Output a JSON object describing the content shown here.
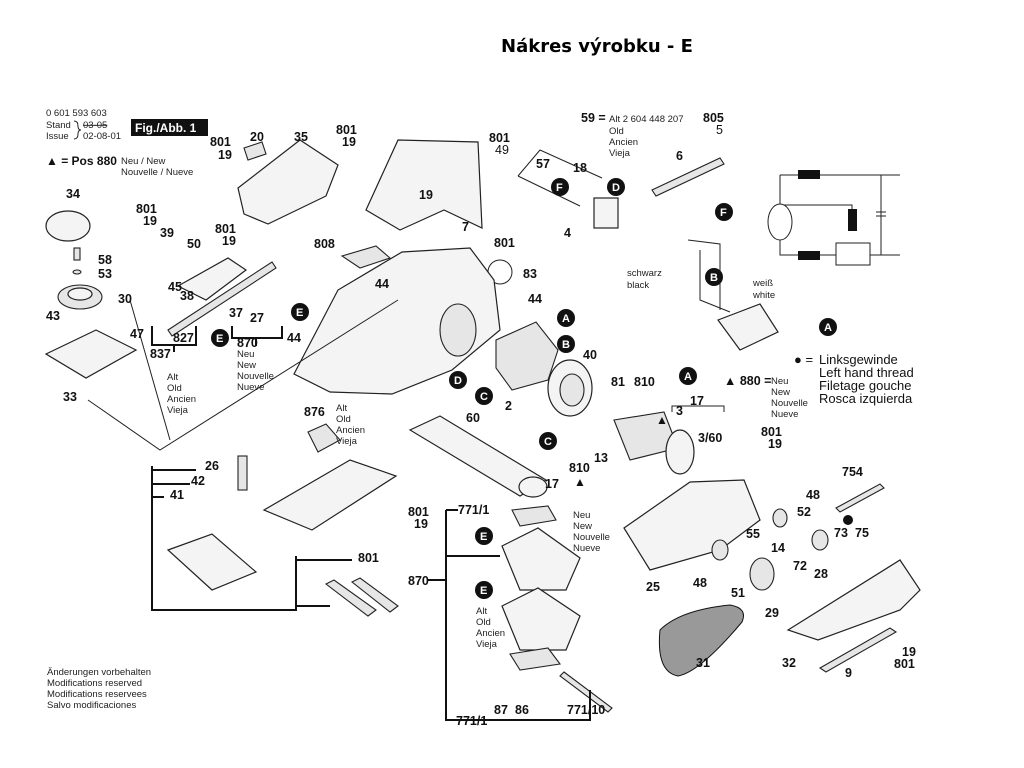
{
  "page": {
    "title": "Nákres výrobku - E"
  },
  "header": {
    "part_number": "0 601 593 603",
    "stand_label": "Stand",
    "issue_label": "Issue",
    "stand_struck": "03-05",
    "issue_date": "02-08-01",
    "fig_label": "Fig./Abb. 1",
    "pos880_prefix": "▲ = Pos 880",
    "pos880_line1": "Neu / New",
    "pos880_line2": "Nouvelle / Nueve"
  },
  "note_59": {
    "key": "59 =",
    "value": "Alt 2 604 448 207",
    "lines": [
      "Old",
      "Ancien",
      "Vieja"
    ]
  },
  "legend": {
    "thread_symbol": "● =",
    "thread_lines": [
      "Linksgewinde",
      "Left hand thread",
      "Filetage gouche",
      "Rosca izquierda"
    ],
    "pos880_key": "▲ 880 =",
    "pos880_lines": [
      "Neu",
      "New",
      "Nouvelle",
      "Nueve"
    ]
  },
  "wire_labels": {
    "black": [
      "schwarz",
      "black"
    ],
    "white": [
      "weiß",
      "white"
    ]
  },
  "variant_labels": {
    "new": [
      "Neu",
      "New",
      "Nouvelle",
      "Nueve"
    ],
    "old": [
      "Alt",
      "Old",
      "Ancien",
      "Vieja"
    ]
  },
  "footer": {
    "lines": [
      "Änderungen vorbehalten",
      "Modifications reserved",
      "Modifications reservees",
      "Salvo modificaciones"
    ]
  },
  "badges": [
    "A",
    "B",
    "C",
    "D",
    "E",
    "F"
  ],
  "callouts": {
    "c801a": "801",
    "c19a": "19",
    "c20": "20",
    "c35": "35",
    "c801b": "801",
    "c19b": "19",
    "c801c": "801",
    "c49": "49",
    "c19c": "19",
    "c7": "7",
    "c808": "808",
    "c801d": "801",
    "c83": "83",
    "c44a": "44",
    "c44b": "44",
    "c44c": "44",
    "c57": "57",
    "c18": "18",
    "c4": "4",
    "c6": "6",
    "c805": "805",
    "c5": "5",
    "c34": "34",
    "c58": "58",
    "c53": "53",
    "c30": "30",
    "c43": "43",
    "c47": "47",
    "c33": "33",
    "c801e": "801",
    "c19e": "19",
    "c39": "39",
    "c50": "50",
    "c45": "45",
    "c38": "38",
    "c801f": "801",
    "c19f": "19",
    "c37": "37",
    "c27": "27",
    "c870a": "870",
    "c827": "827",
    "c837": "837",
    "c40": "40",
    "c2": "2",
    "c81": "81",
    "c810a": "810",
    "c17a": "17",
    "c3": "3",
    "c360": "3/60",
    "c13": "13",
    "c810b": "810",
    "c17b": "17",
    "c60": "60",
    "c801g": "801",
    "c19g": "19",
    "c876": "876",
    "c26": "26",
    "c42": "42",
    "c41": "41",
    "c801h": "801",
    "c19h": "19",
    "c801i": "801",
    "c7711a": "771/1",
    "c870b": "870",
    "c87": "87",
    "c86": "86",
    "c7711b": "771/1",
    "c77110": "771/10",
    "c754": "754",
    "c48a": "48",
    "c52": "52",
    "c73": "73",
    "c75": "75",
    "c14": "14",
    "c28": "28",
    "c55": "55",
    "c72": "72",
    "c25": "25",
    "c48b": "48",
    "c51": "51",
    "c29": "29",
    "c31": "31",
    "c32": "32",
    "c9": "9",
    "c19i": "19",
    "c801j": "801"
  }
}
